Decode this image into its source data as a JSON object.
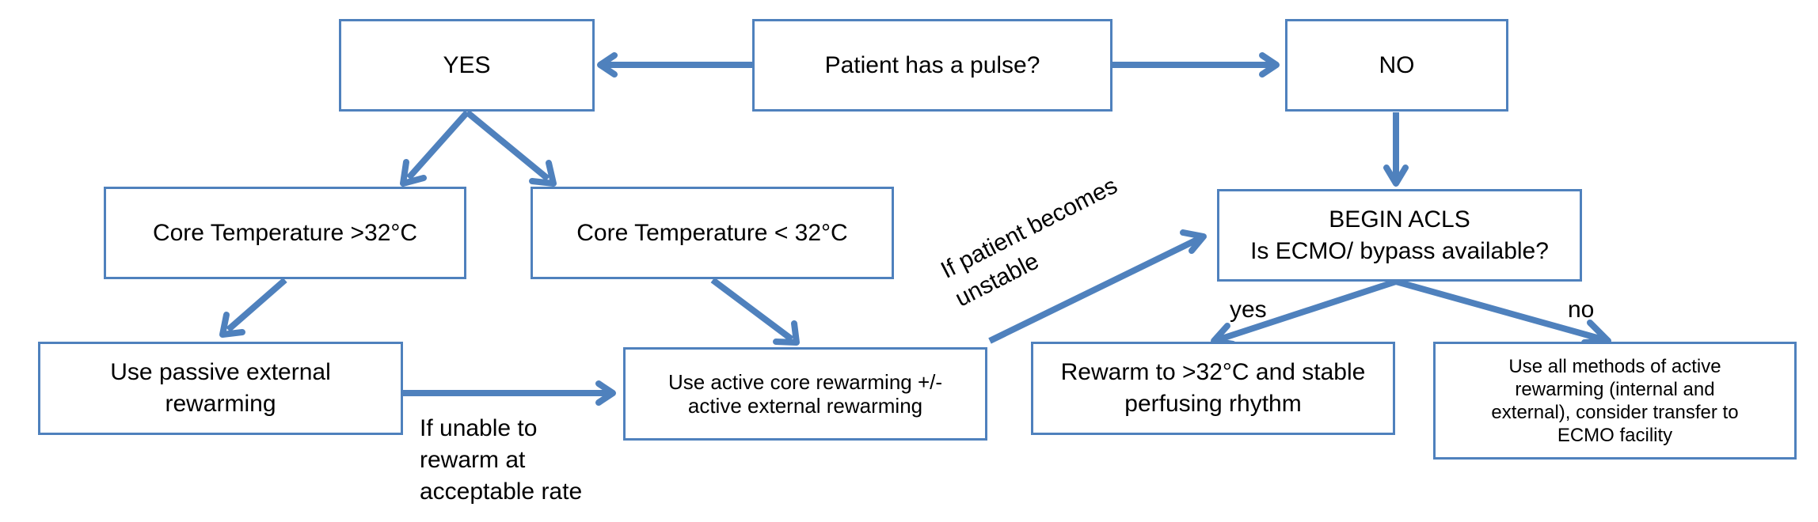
{
  "flowchart": {
    "nodes": {
      "pulse": "Patient has a pulse?",
      "yes": "YES",
      "no": "NO",
      "core_above": "Core Temperature >32°C",
      "core_below": "Core Temperature < 32°C",
      "passive": "Use passive external\nrewarming",
      "active_core": "Use active core rewarming +/-\nactive external rewarming",
      "acls": "BEGIN ACLS\nIs ECMO/ bypass available?",
      "rewarm_stable": "Rewarm to >32°C  and stable\nperfusing rhythm",
      "all_methods": "Use all methods of active\nrewarming (internal and\nexternal), consider transfer to\nECMO facility"
    },
    "edge_labels": {
      "unable": "If unable to\nrewarm at\nacceptable rate",
      "unstable": "If patient becomes\nunstable",
      "yes": "yes",
      "no": "no"
    }
  }
}
